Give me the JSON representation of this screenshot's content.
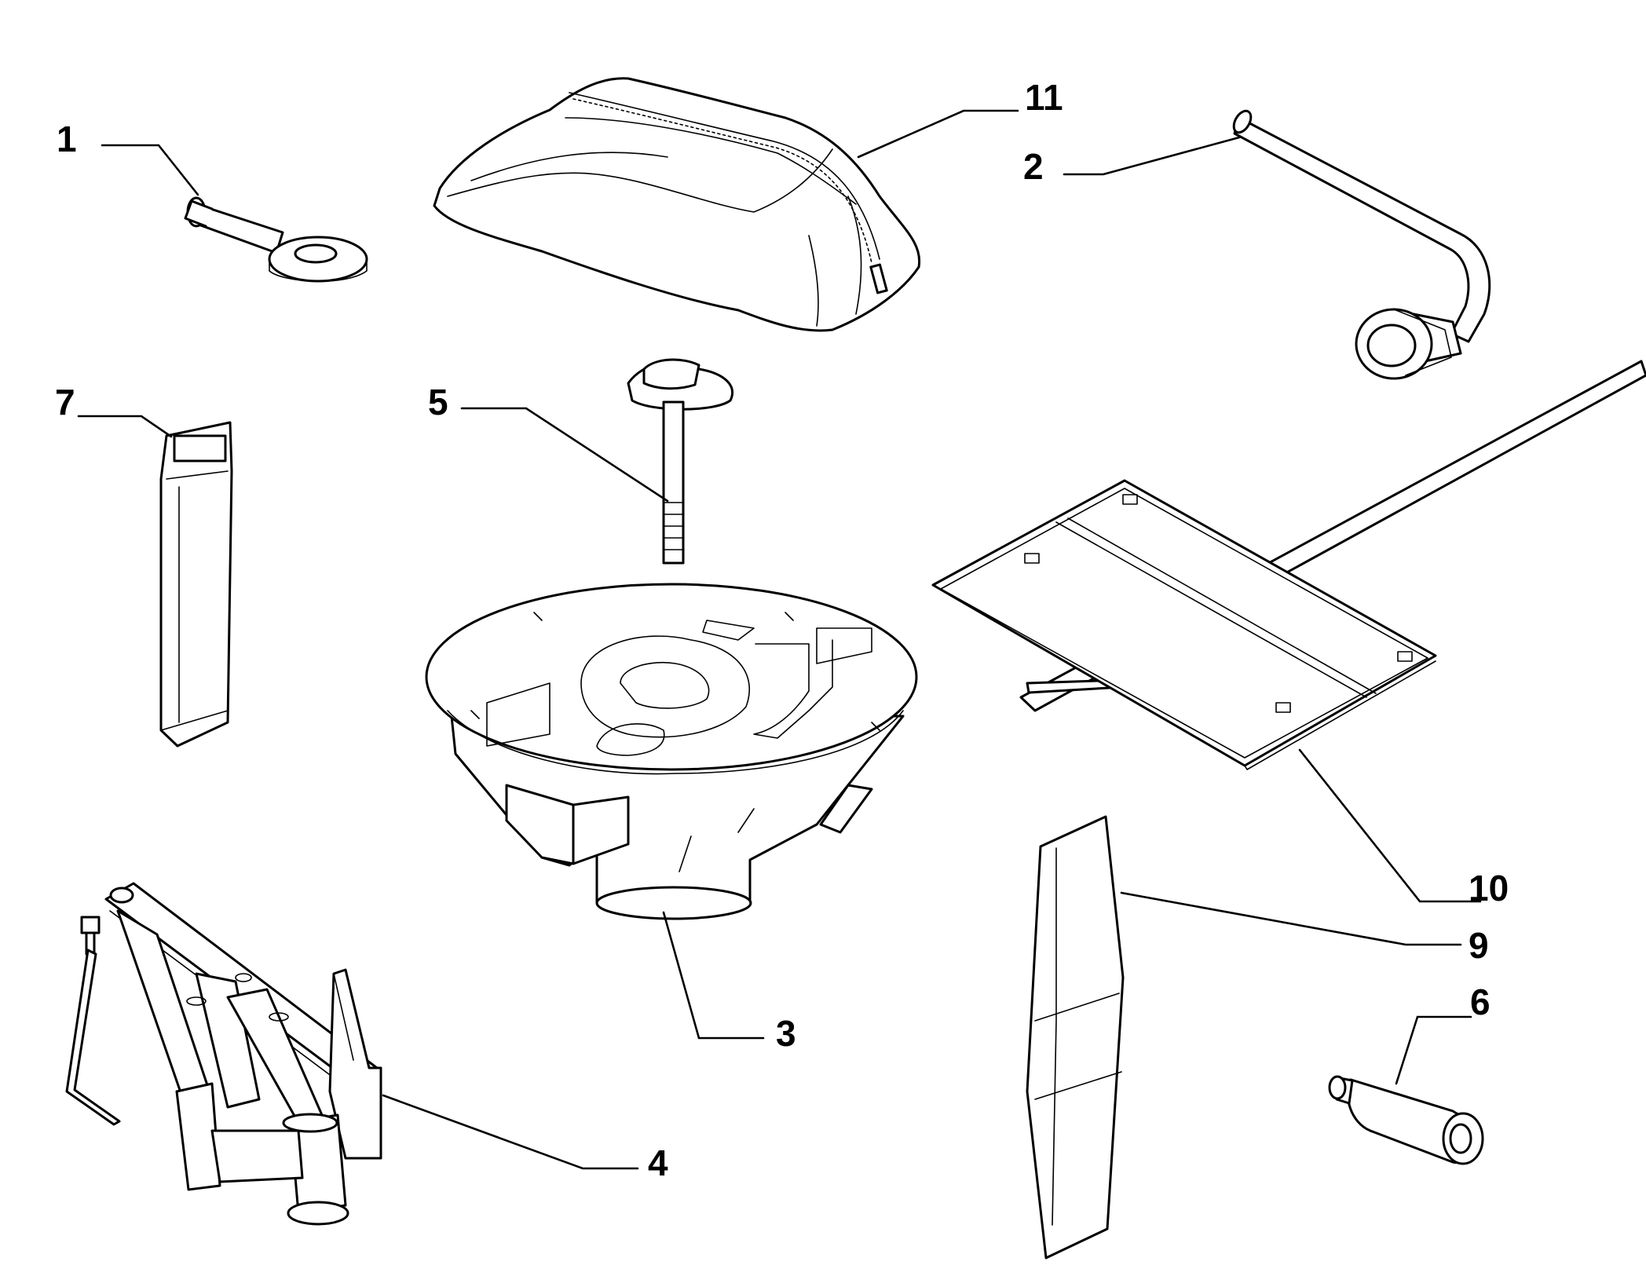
{
  "diagram": {
    "background": "#ffffff",
    "line_color": "#000000",
    "callouts": [
      {
        "id": "p1",
        "label": "1",
        "part": "towing-eye"
      },
      {
        "id": "p2",
        "label": "2",
        "part": "wheel-brace"
      },
      {
        "id": "p3",
        "label": "3",
        "part": "spare-wheel-well-tray"
      },
      {
        "id": "p4",
        "label": "4",
        "part": "scissor-jack"
      },
      {
        "id": "p5",
        "label": "5",
        "part": "retaining-bolt"
      },
      {
        "id": "p6",
        "label": "6",
        "part": "socket-adapter"
      },
      {
        "id": "p7",
        "label": "7",
        "part": "wheel-chock"
      },
      {
        "id": "p8",
        "label": "9",
        "part": "tool-strap"
      },
      {
        "id": "p9",
        "label": "10",
        "part": "warning-plate"
      },
      {
        "id": "p10",
        "label": "11",
        "part": "tool-bag"
      }
    ]
  }
}
